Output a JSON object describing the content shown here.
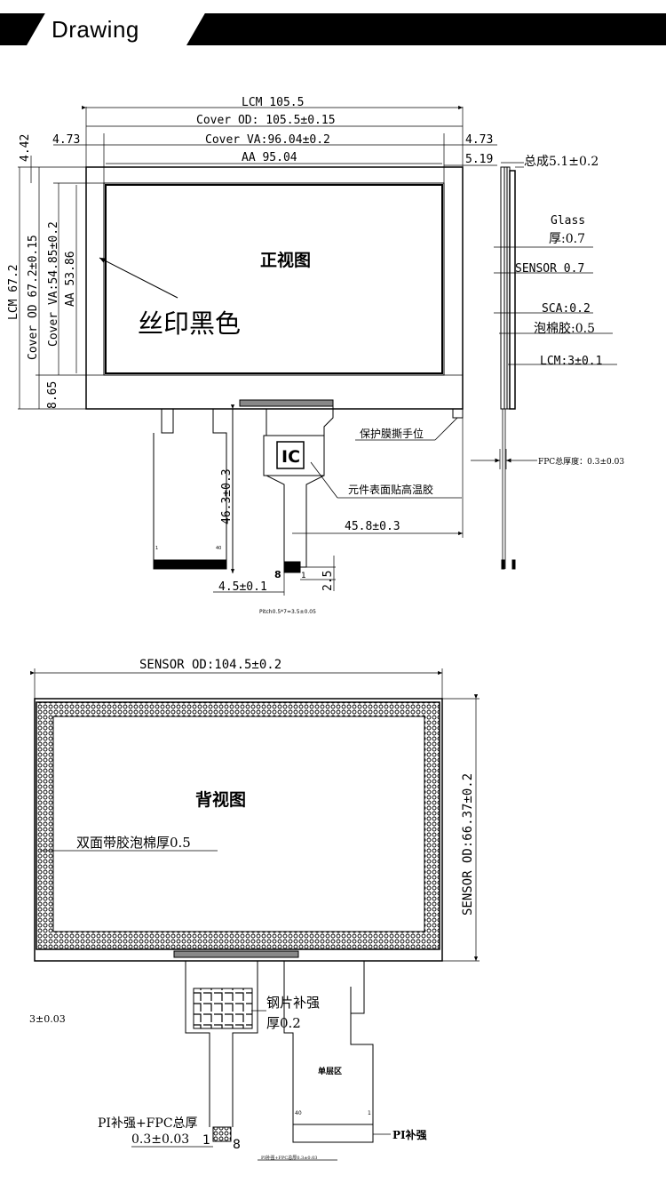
{
  "header": {
    "title": "Drawing"
  },
  "front": {
    "lcm": "LCM 105.5",
    "cover_od": "Cover OD: 105.5±0.15",
    "cover_va": "Cover VA:96.04±0.2",
    "aa": "AA 95.04",
    "left_473": "4.73",
    "right_473": "4.73",
    "right_519": "5.19",
    "top_442": "4.42",
    "lcm_v": "LCM 67.2",
    "cover_od_v": "Cover OD 67.2±0.15",
    "cover_va_v": "Cover VA:54.85±0.2",
    "aa_v": "AA 53.86",
    "bottom_865": "8.65",
    "view_label": "正视图",
    "silk_label": "丝印黑色",
    "ic": "IC",
    "protect_label": "保护膜撕手位",
    "component_label": "元件表面贴高温胶",
    "dim_463": "46.3±0.3",
    "dim_458": "45.8±0.3",
    "dim_45": "4.5±0.1",
    "dim_25": "2.5",
    "pitch": "Pitch0.5*7=3.5±0.05",
    "pin_8": "8",
    "pin_1": "1",
    "conn_1": "1",
    "conn_40": "40"
  },
  "side": {
    "total": "总成5.1±0.2",
    "glass": "Glass",
    "glass_thick": "厚:0.7",
    "sensor": "SENSOR 0.7",
    "sca": "SCA:0.2",
    "foam": "泡棉胶:0.5",
    "lcm": "LCM:3±0.1",
    "fpc": "FPC总厚度：0.3±0.03"
  },
  "back": {
    "sensor_od": "SENSOR OD:104.5±0.2",
    "sensor_od_v": "SENSOR OD:66.37±0.2",
    "view_label": "背视图",
    "tape_label": "双面带胶泡棉厚0.5",
    "steel_label": "钢片补强",
    "steel_thick": "厚0.2",
    "side_note": "3±0.03",
    "pi_fpc": "PI补强+FPC总厚",
    "pi_fpc_thick": "0.3±0.03",
    "pin_1": "1",
    "pin_8": "8",
    "single_area": "单层区",
    "conn_40": "40",
    "conn_1": "1",
    "pi_label": "PI补强",
    "pi_bottom": "PI补强+FPC总厚0.3±0.03"
  }
}
